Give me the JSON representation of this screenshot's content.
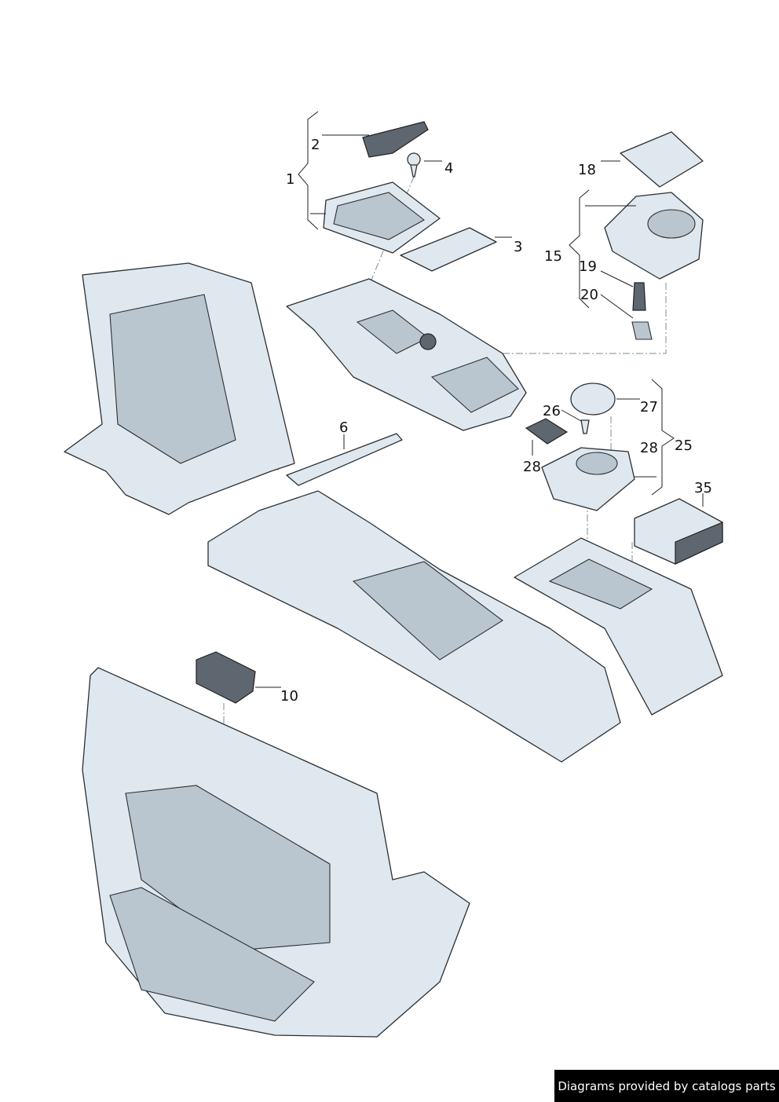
{
  "diagram": {
    "labels": {
      "l1": "1",
      "l2": "2",
      "l3": "3",
      "l4": "4",
      "l6": "6",
      "l10": "10",
      "l15": "15",
      "l18": "18",
      "l19": "19",
      "l20": "20",
      "l25": "25",
      "l26": "26",
      "l27": "27",
      "l28a": "28",
      "l28b": "28",
      "l35": "35"
    }
  },
  "footer": {
    "text": "Diagrams provided by catalogs parts"
  },
  "colors": {
    "part_fill": "#dfe8ee",
    "outline": "#2b2f33",
    "footer_bg": "#000000"
  }
}
